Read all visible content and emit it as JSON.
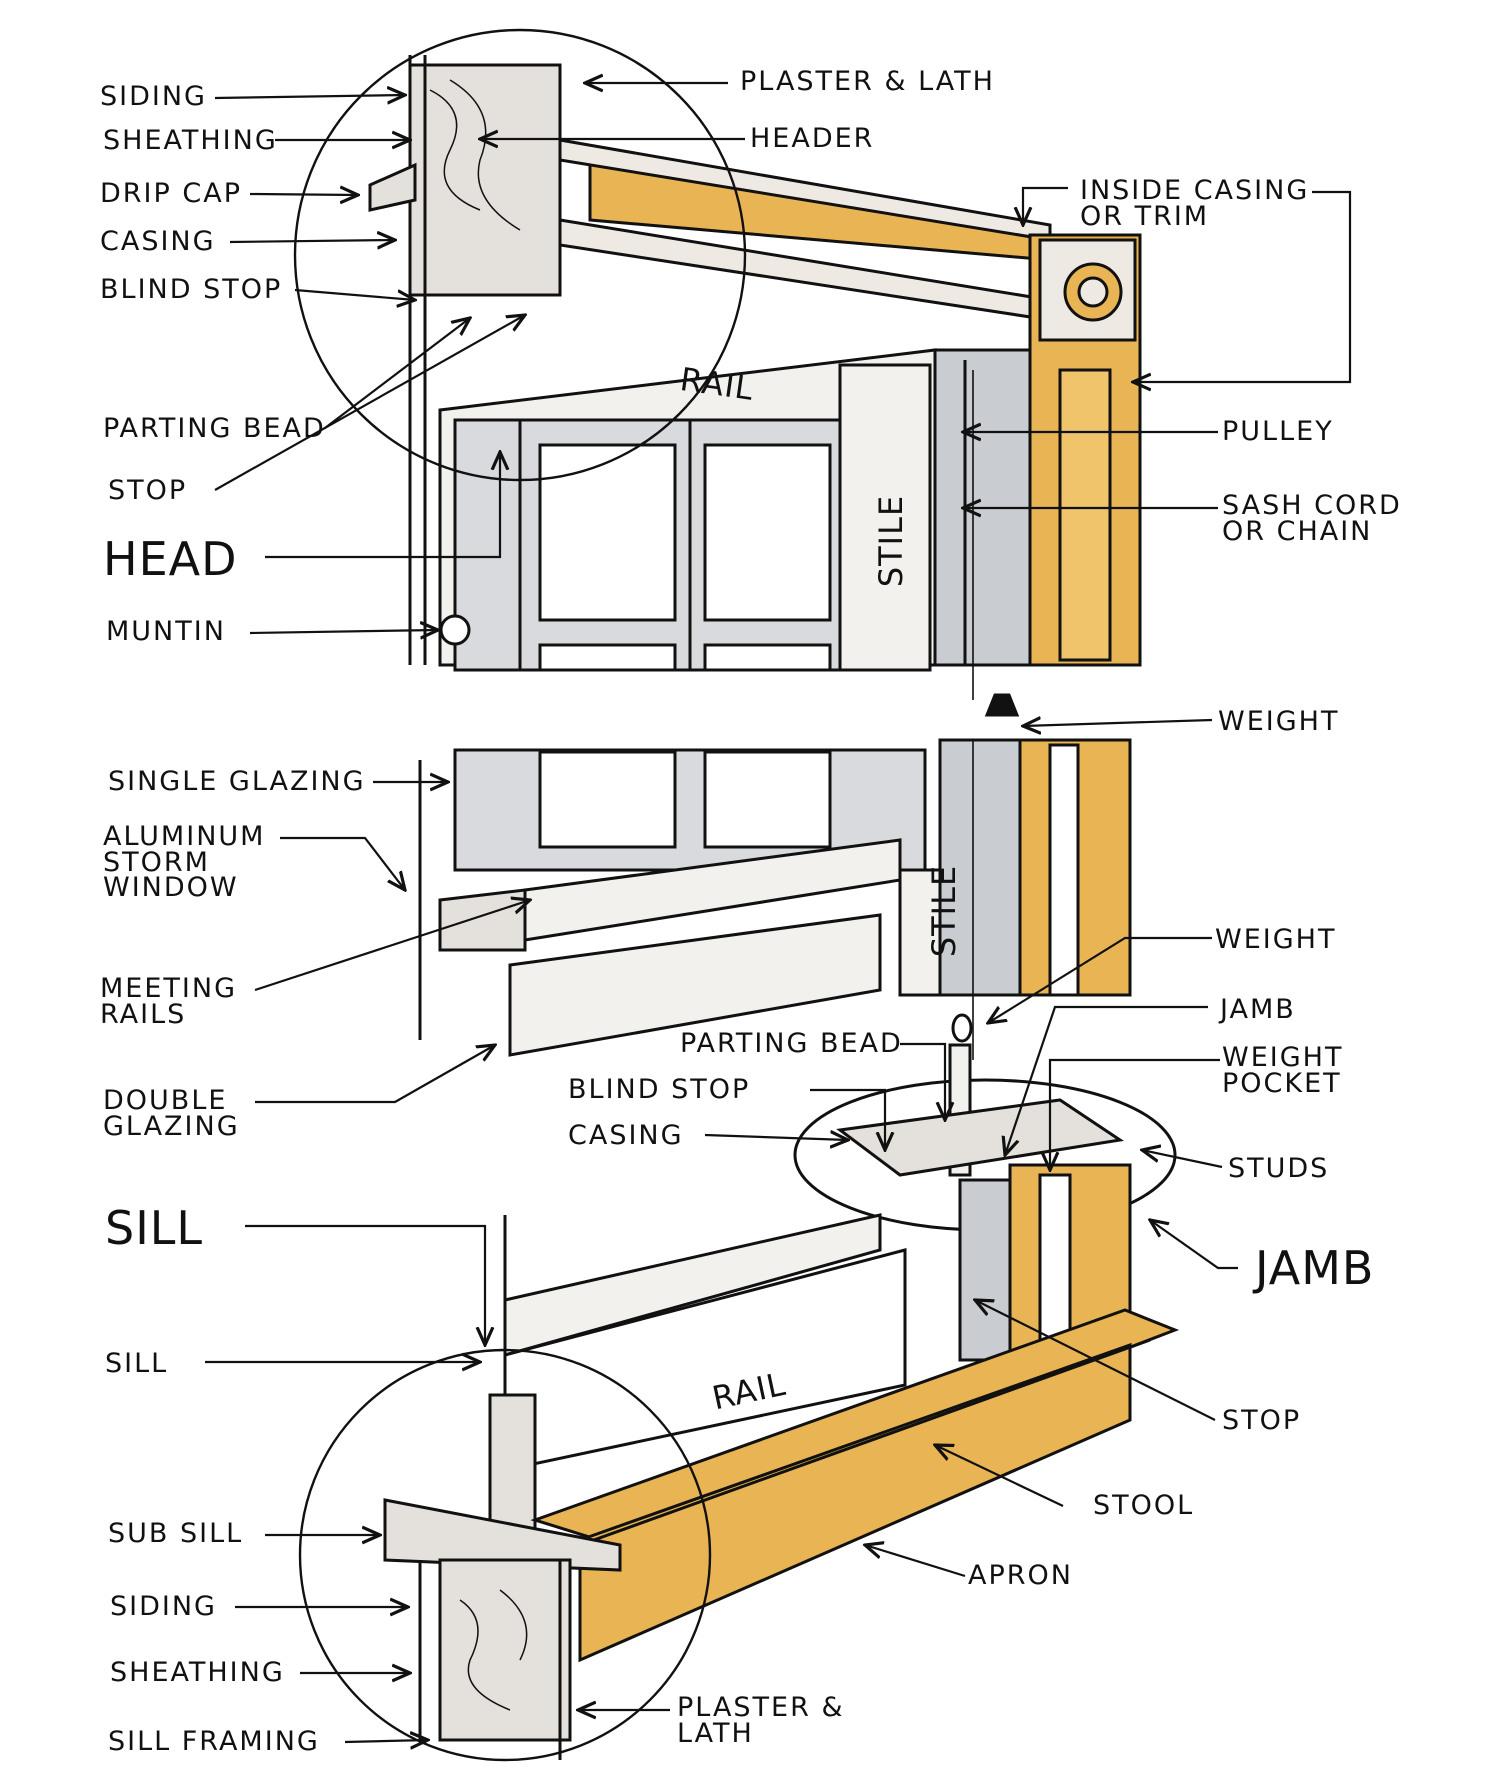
{
  "colors": {
    "trim": "#E8B454",
    "ink": "#111111",
    "shade": "#B9BCC2",
    "paper": "#FFFFFF"
  },
  "labels": {
    "siding_top": "SIDING",
    "sheathing_top": "SHEATHING",
    "drip_cap": "DRIP CAP",
    "casing_top": "CASING",
    "blind_stop_top": "BLIND STOP",
    "parting_bead_top": "PARTING BEAD",
    "stop_top": "STOP",
    "head": "HEAD",
    "muntin": "MUNTIN",
    "single_glazing": "SINGLE GLAZING",
    "aluminum_storm": "ALUMINUM\nSTORM\nWINDOW",
    "meeting_rails": "MEETING\nRAILS",
    "double_glazing": "DOUBLE\nGLAZING",
    "sill_big": "SILL",
    "sill_small": "SILL",
    "sub_sill": "SUB SILL",
    "siding_bottom": "SIDING",
    "sheathing_bottom": "SHEATHING",
    "sill_framing": "SILL FRAMING",
    "plaster_lath_top": "PLASTER & LATH",
    "header": "HEADER",
    "inside_casing": "INSIDE CASING\nOR TRIM",
    "pulley": "PULLEY",
    "sash_cord": "SASH CORD\nOR CHAIN",
    "weight_1": "WEIGHT",
    "weight_2": "WEIGHT",
    "jamb_small": "JAMB",
    "weight_pocket": "WEIGHT\nPOCKET",
    "studs": "STUDS",
    "jamb_big": "JAMB",
    "stop_right": "STOP",
    "stool": "STOOL",
    "apron": "APRON",
    "plaster_lath_bottom": "PLASTER &\nLATH",
    "parting_bead_mid": "PARTING BEAD",
    "blind_stop_mid": "BLIND STOP",
    "casing_mid": "CASING",
    "rail_upper": "RAIL",
    "stile_upper": "STILE",
    "stile_lower": "STILE",
    "rail_lower": "RAIL"
  }
}
